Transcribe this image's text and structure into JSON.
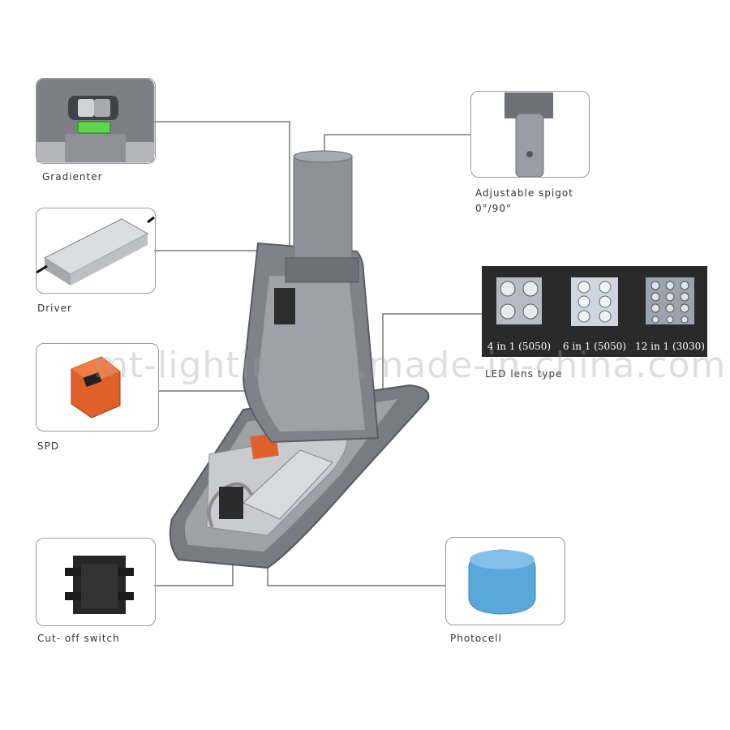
{
  "callouts": {
    "gradienter": "Gradienter",
    "driver": "Driver",
    "spd": "SPD",
    "cutoff": "Cut- off  switch",
    "photocell": "Photocell",
    "spigot_line1": "Adjustable   spigot",
    "spigot_line2": "0°/90°",
    "lens_type": "LED  lens  type"
  },
  "lens_options": [
    "4 in 1 (5050)",
    "6 in 1 (5050)",
    "12 in 1 (3030)"
  ],
  "watermark": "mt-lighting.en.made-in-china.com",
  "colors": {
    "housing": "#7a7d84",
    "spd_orange": "#e0602a",
    "photocell_blue": "#5aa7dc",
    "level_green": "#5cd64a"
  }
}
